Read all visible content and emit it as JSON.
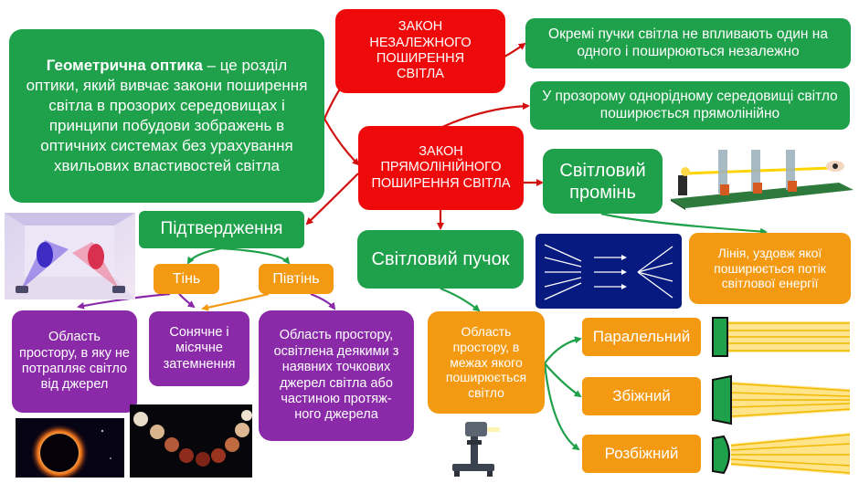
{
  "intro": {
    "term": "Геометрична оптика",
    "definition": " – це розділ оптики, який вивчає закони поширення світла в прозорих середовищах і принципи побудови зображень в оптичних системах без урахування хвильових властивостей світла"
  },
  "laws": {
    "independent": "ЗАКОН НЕЗАЛЕЖНОГО ПОШИРЕННЯ СВІТЛА",
    "independent_desc": "Окремі пучки світла не впливають один на одного і поширюються незалежно",
    "rectilinear": "ЗАКОН ПРЯМОЛІНІЙНОГО ПОШИРЕННЯ СВІТЛА",
    "rectilinear_desc": "У прозорому однорідному середовищі світло поширюється прямолінійно"
  },
  "ray": {
    "title": "Світловий промінь",
    "desc": "Лінія, уздовж якої поширюється потік світлової енергії"
  },
  "beam": {
    "title": "Світловий пучок",
    "desc": "Область простору, в межах якого поширюється світло",
    "types": [
      "Паралельний",
      "Збіжний",
      "Розбіжний"
    ]
  },
  "confirmation": {
    "title": "Підтвердження",
    "shadow": "Тінь",
    "penumbra": "Півтінь",
    "shadow_desc": "Область простору, в яку не потрапляє світло від джерел",
    "eclipse": "Сонячне і місячне затемнення",
    "penumbra_desc": "Область простору, освітлена деякими з наявних точкових джерел світла або частиною протяж-ного джерела"
  },
  "colors": {
    "green": "#1fa04a",
    "red": "#ee0a0a",
    "orange": "#f39a12",
    "purple": "#8a2aa8"
  }
}
